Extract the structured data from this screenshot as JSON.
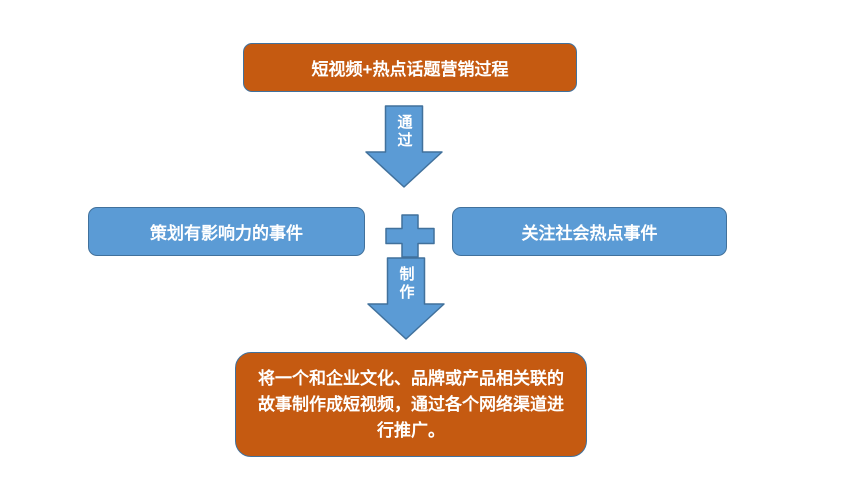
{
  "colors": {
    "background": "#FFFFFF",
    "orange_fill": "#C55A11",
    "blue_fill": "#5B9BD5",
    "border_blue": "#41719C",
    "text_white": "#FFFFFF"
  },
  "diagram": {
    "title_box": {
      "label": "短视频+热点话题营销过程"
    },
    "arrow1": {
      "label": "通过"
    },
    "left_box": {
      "label": "策划有影响力的事件"
    },
    "plus": {
      "symbol": "+"
    },
    "right_box": {
      "label": "关注社会热点事件"
    },
    "arrow2": {
      "label": "制作"
    },
    "result_box": {
      "label": "将一个和企业文化、品牌或产品相关联的故事制作成短视频，通过各个网络渠道进行推广。"
    }
  }
}
